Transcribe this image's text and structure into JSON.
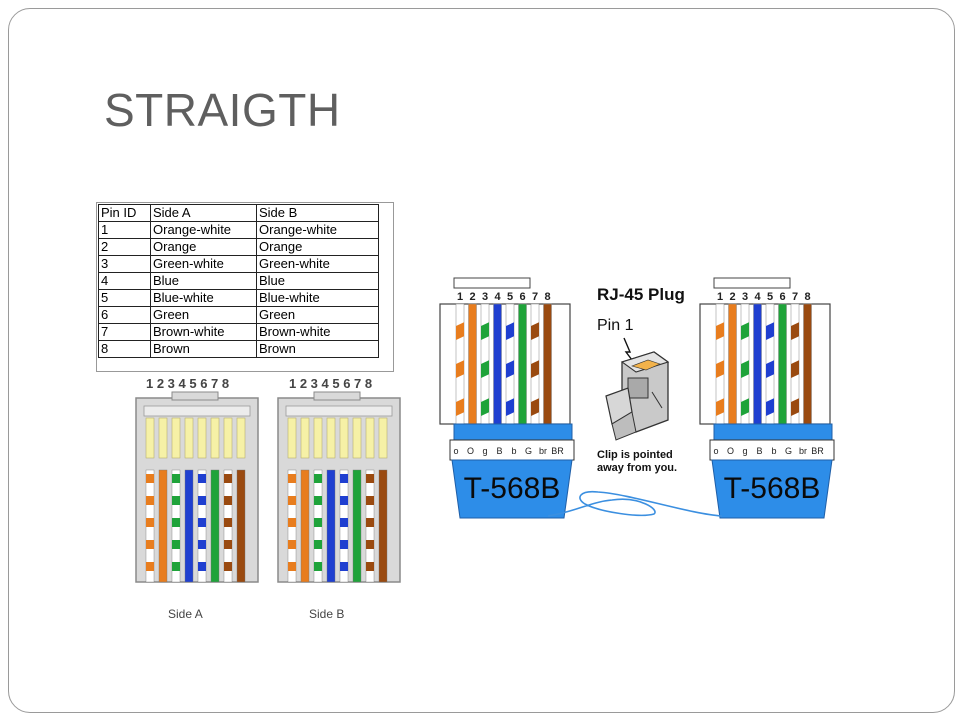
{
  "slide": {
    "title": "STRAIGTH"
  },
  "pin_table": {
    "headers": [
      "Pin ID",
      "Side A",
      "Side B"
    ],
    "rows": [
      [
        "1",
        "Orange-white",
        "Orange-white"
      ],
      [
        "2",
        "Orange",
        "Orange"
      ],
      [
        "3",
        "Green-white",
        "Green-white"
      ],
      [
        "4",
        "Blue",
        "Blue"
      ],
      [
        "5",
        "Blue-white",
        "Blue-white"
      ],
      [
        "6",
        "Green",
        "Green"
      ],
      [
        "7",
        "Brown-white",
        "Brown-white"
      ],
      [
        "8",
        "Brown",
        "Brown"
      ]
    ]
  },
  "connectors_left": {
    "pin_numbers": "1 2 3 4 5 6 7 8",
    "side_a_label": "Side A",
    "side_b_label": "Side B"
  },
  "cable_diagram": {
    "pin_numbers": [
      "1",
      "2",
      "3",
      "4",
      "5",
      "6",
      "7",
      "8"
    ],
    "plug_title": "RJ-45 Plug",
    "pin1_label": "Pin 1",
    "clip_note_line1": "Clip is pointed",
    "clip_note_line2": "away from you.",
    "color_codes": [
      "o",
      "O",
      "g",
      "B",
      "b",
      "G",
      "br",
      "BR"
    ],
    "standard_label": "T-568B"
  },
  "colors": {
    "orange": "#e87d1e",
    "green": "#1fa33a",
    "blue": "#1f3fd0",
    "brown": "#9a4a10",
    "boot_blue": "#2d8de8",
    "title_gray": "#5f5f5f"
  }
}
